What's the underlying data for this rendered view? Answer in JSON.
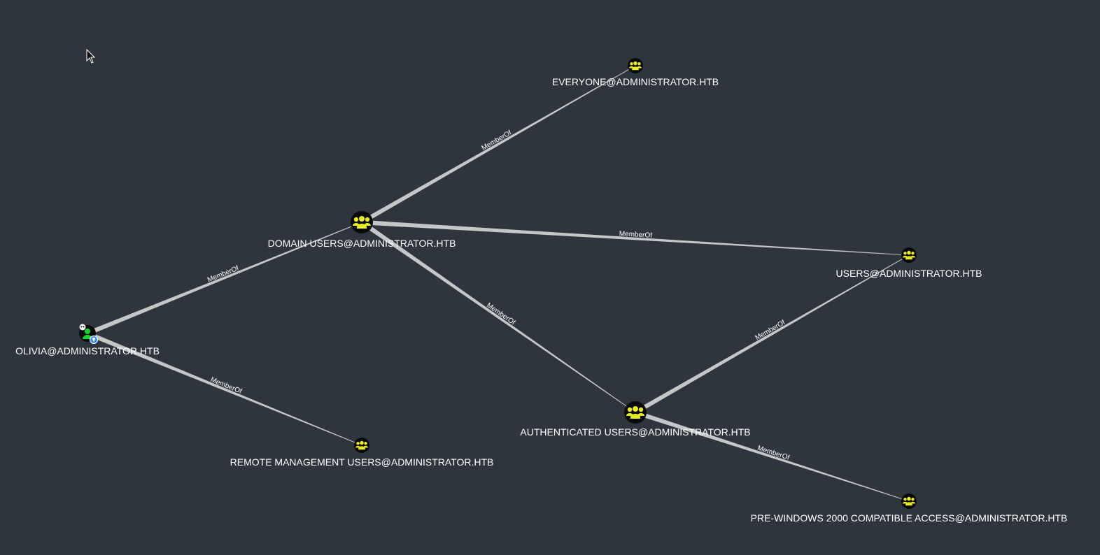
{
  "colors": {
    "background": "#2f353c",
    "edge": "#c4c6c8",
    "group_icon": "#e6ec2a",
    "user_icon": "#17d42f",
    "node_fill": "#0a0a0a"
  },
  "nodes": [
    {
      "id": "olivia",
      "label": "OLIVIA@ADMINISTRATOR.HTB",
      "type": "user",
      "owned": true,
      "icon": "user-icon"
    },
    {
      "id": "domain_users",
      "label": "DOMAIN USERS@ADMINISTRATOR.HTB",
      "type": "group",
      "icon": "group-icon"
    },
    {
      "id": "everyone",
      "label": "EVERYONE@ADMINISTRATOR.HTB",
      "type": "group",
      "icon": "group-icon"
    },
    {
      "id": "users",
      "label": "USERS@ADMINISTRATOR.HTB",
      "type": "group",
      "icon": "group-icon"
    },
    {
      "id": "auth_users",
      "label": "AUTHENTICATED USERS@ADMINISTRATOR.HTB",
      "type": "group",
      "icon": "group-icon"
    },
    {
      "id": "remote_mgmt",
      "label": "REMOTE MANAGEMENT USERS@ADMINISTRATOR.HTB",
      "type": "group",
      "icon": "group-icon"
    },
    {
      "id": "prewin2000",
      "label": "PRE-WINDOWS 2000 COMPATIBLE ACCESS@ADMINISTRATOR.HTB",
      "type": "group",
      "icon": "group-icon"
    }
  ],
  "edges": [
    {
      "from": "olivia",
      "to": "domain_users",
      "label": "MemberOf"
    },
    {
      "from": "olivia",
      "to": "remote_mgmt",
      "label": "MemberOf"
    },
    {
      "from": "domain_users",
      "to": "everyone",
      "label": "MemberOf"
    },
    {
      "from": "domain_users",
      "to": "users",
      "label": "MemberOf"
    },
    {
      "from": "domain_users",
      "to": "auth_users",
      "label": "MemberOf"
    },
    {
      "from": "auth_users",
      "to": "users",
      "label": "MemberOf"
    },
    {
      "from": "auth_users",
      "to": "prewin2000",
      "label": "MemberOf"
    }
  ]
}
